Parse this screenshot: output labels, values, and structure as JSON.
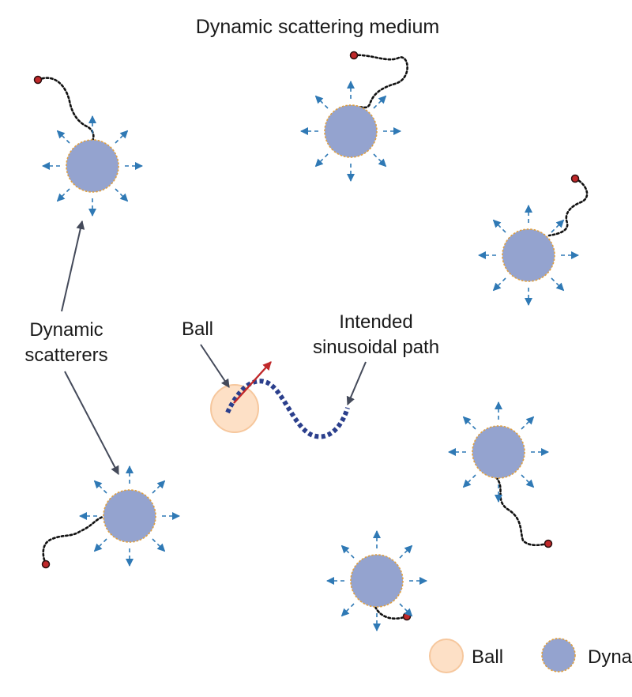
{
  "title": "Dynamic scattering medium",
  "labels": {
    "dynamic_scatterers_line1": "Dynamic",
    "dynamic_scatterers_line2": "scatterers",
    "ball": "Ball",
    "intended_line1": "Intended",
    "intended_line2": "sinusoidal path"
  },
  "legend": {
    "ball": "Ball",
    "scatterer": "Dyna"
  },
  "colors": {
    "scatterer_fill": "#94a3cf",
    "scatterer_edge": "#e0a040",
    "ball_fill": "#fde0c6",
    "ball_edge": "#f6c79d",
    "motion_arrow": "#2f79b5",
    "path": "#2b3f8c",
    "trajectory_end": "#c0282a",
    "velocity_arrow": "#c0282a",
    "pointer": "#444a5a"
  }
}
